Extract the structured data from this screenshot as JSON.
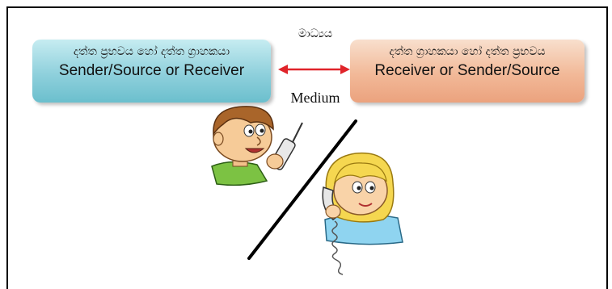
{
  "left_box": {
    "sinhala": "දත්ත ප්‍රභවය හෝ දත්ත ග්‍රාහකයා",
    "english": "Sender/Source or Receiver",
    "color": "#8fd0dc"
  },
  "right_box": {
    "sinhala": "දත්ත ග්‍රාහකයා හෝ දත්ත ප්‍රභවය",
    "english": "Receiver or Sender/Source",
    "color": "#f2b998"
  },
  "medium": {
    "sinhala": "මාධ්‍යය",
    "english": "Medium",
    "arrow_color": "#e0242a"
  },
  "illustrations": {
    "person_left": "boy-on-cellphone-icon",
    "person_right": "girl-on-corded-phone-icon",
    "divider": "diagonal-line"
  }
}
